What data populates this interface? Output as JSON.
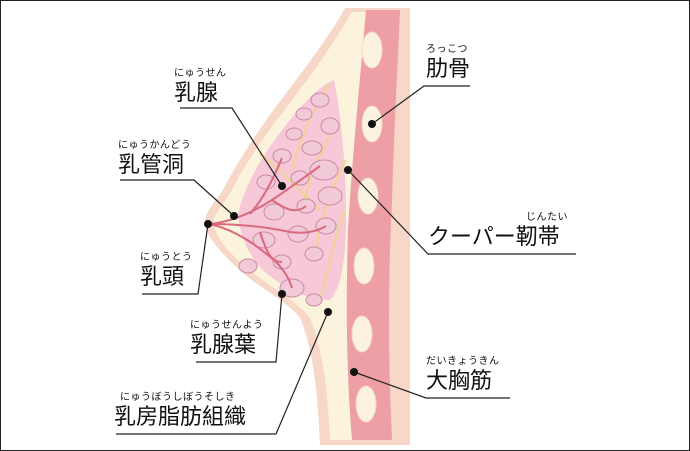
{
  "labels": {
    "nyusen": {
      "ruby": "にゅうせん",
      "text": "乳腺"
    },
    "nyukando": {
      "ruby": "にゅうかんどう",
      "text": "乳管洞"
    },
    "nyuto": {
      "ruby": "にゅうとう",
      "text": "乳頭"
    },
    "nyusenyo": {
      "ruby": "にゅうせんよう",
      "text": "乳腺葉"
    },
    "nyubo": {
      "ruby": "にゅうぼうしぼうそしき",
      "text": "乳房脂肪組織"
    },
    "rokkotsu": {
      "ruby": "ろっこつ",
      "text": "肋骨"
    },
    "cooper": {
      "ruby": "じんたい",
      "text": "クーパー靭帯"
    },
    "daikyokin": {
      "ruby": "だいきょうきん",
      "text": "大胸筋"
    }
  },
  "colors": {
    "skin": "#F7D7C8",
    "fat": "#FCF3DD",
    "gland": "#F6C8D8",
    "lobule": "#F2C9D8",
    "muscle": "#EE9EA5",
    "rib": "#FBF3E0",
    "line": "#222222",
    "ligament": "#F0D590"
  }
}
